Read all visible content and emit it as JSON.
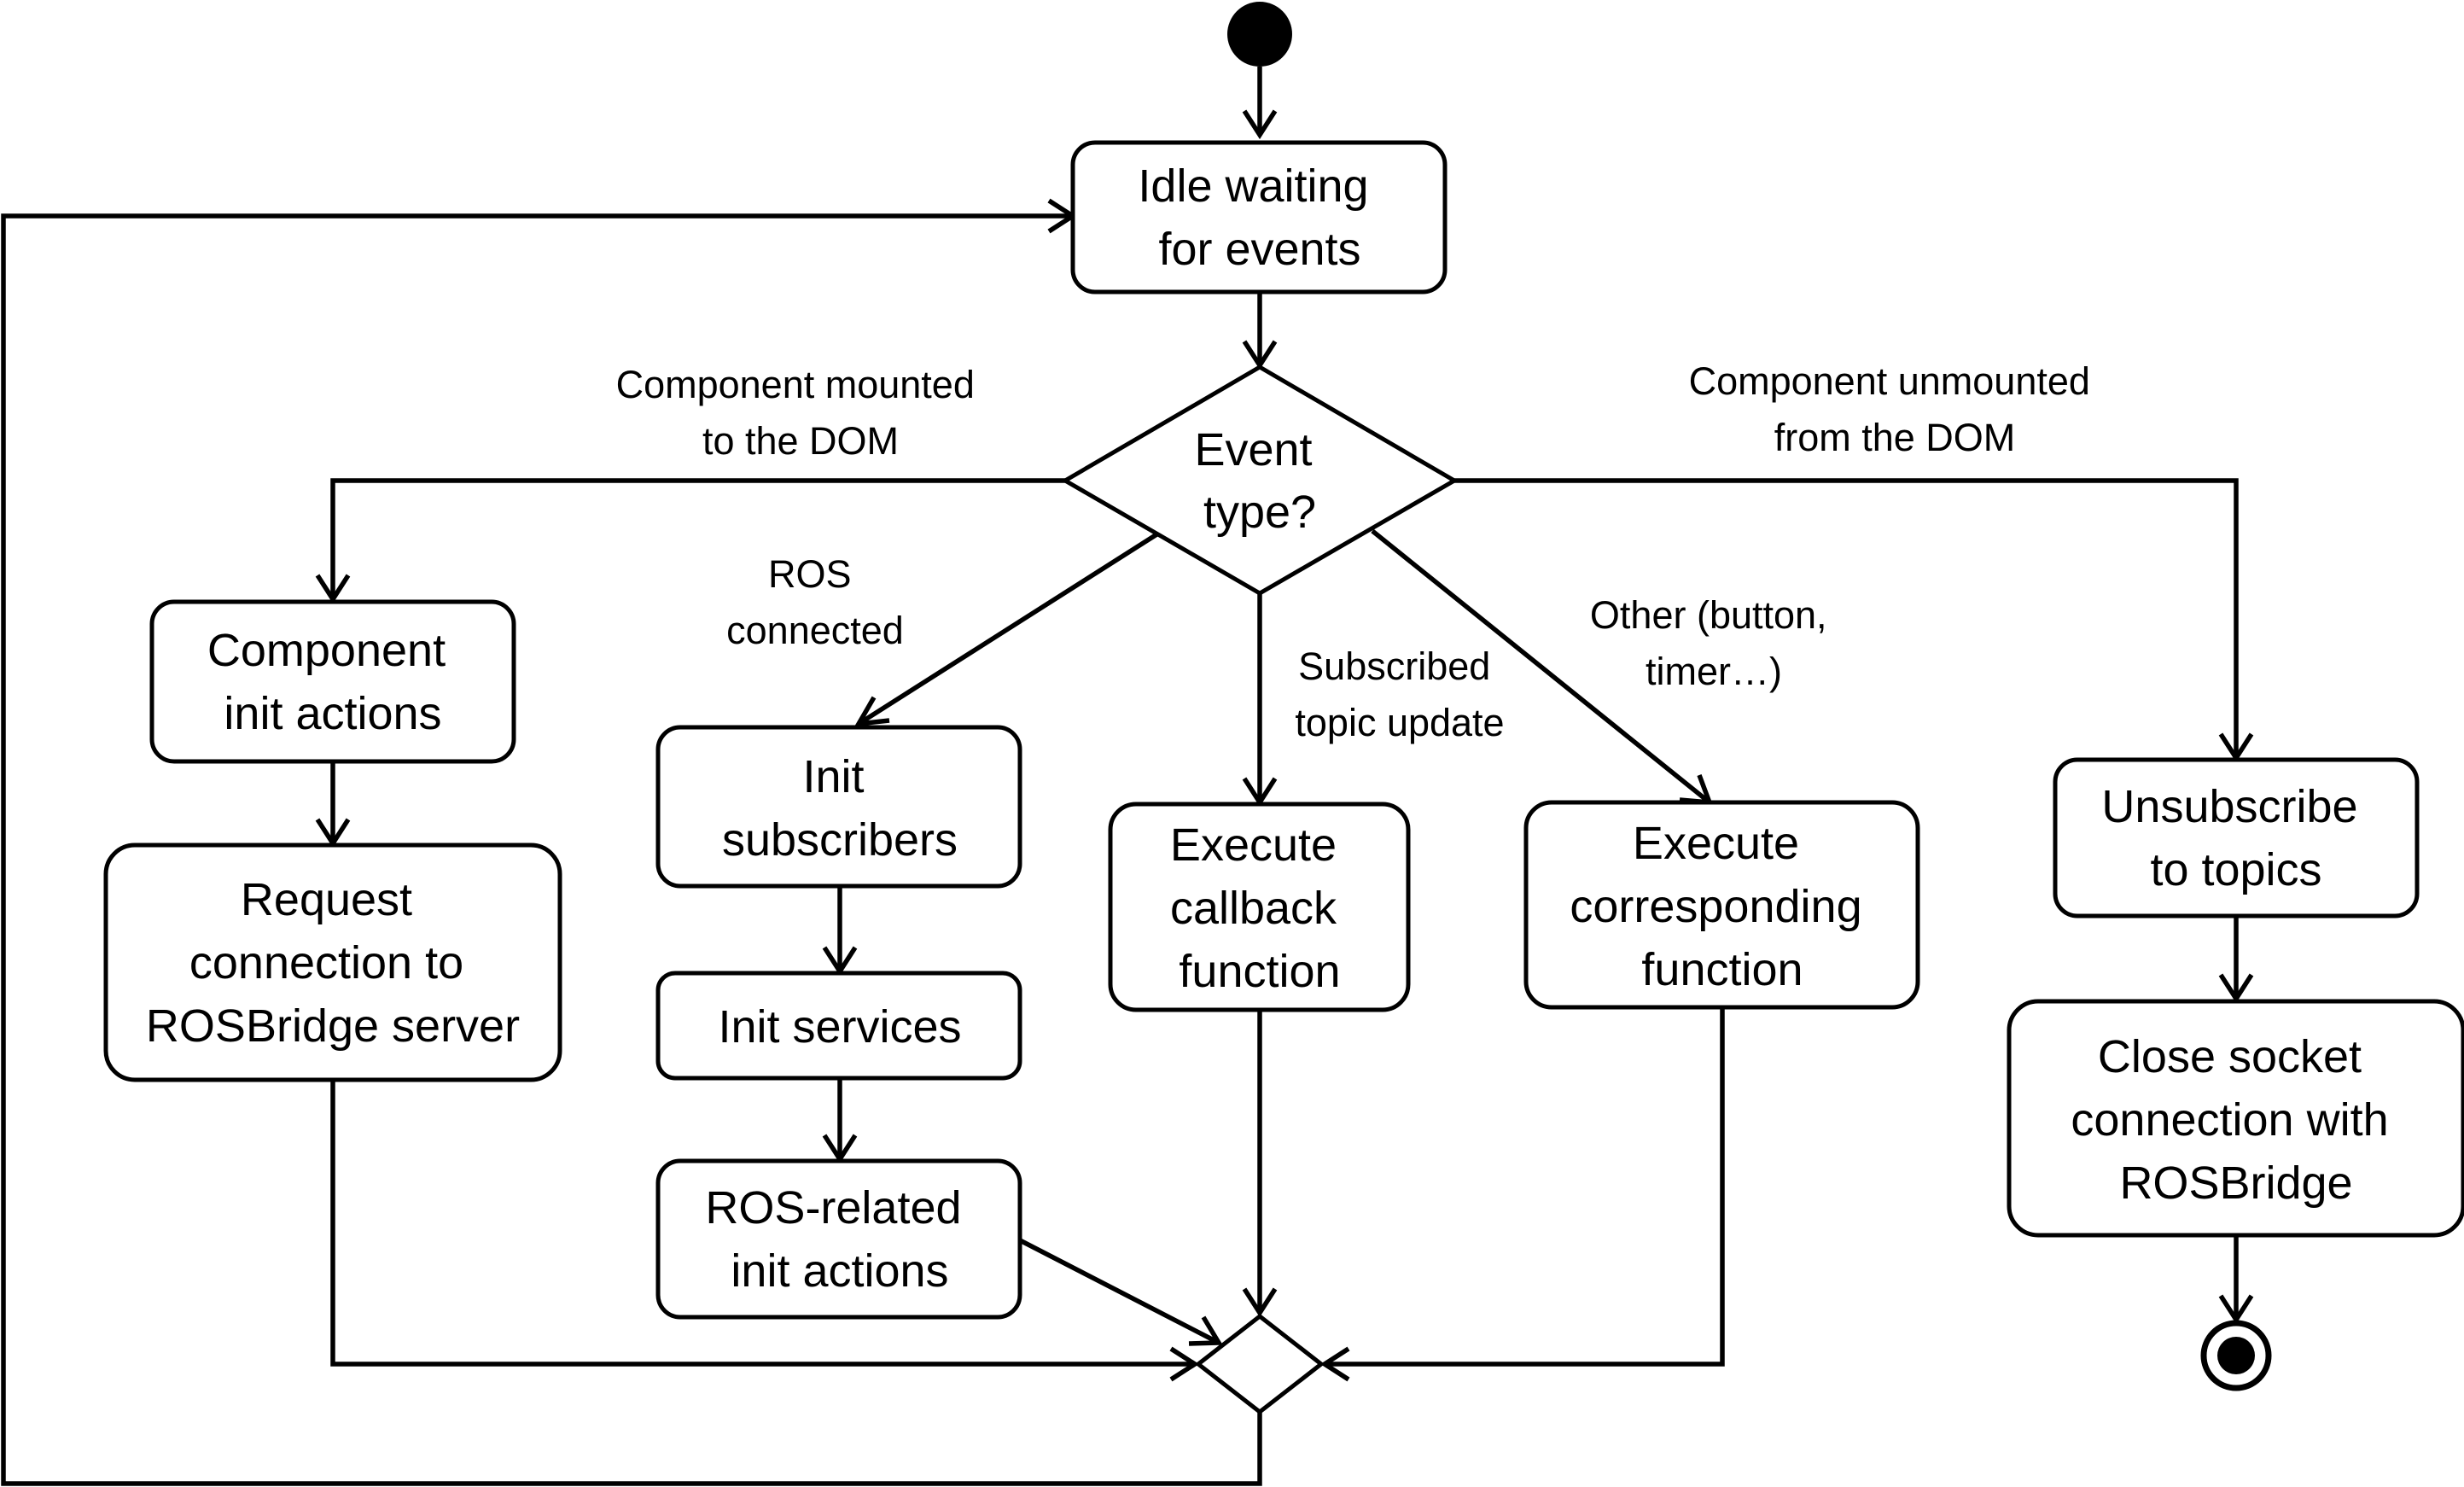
{
  "diagram": {
    "nodes": {
      "idle": [
        "Idle waiting",
        "for events"
      ],
      "decision": [
        "Event",
        "type?"
      ],
      "component_init": [
        "Component",
        "init actions"
      ],
      "request_connection": [
        "Request",
        "connection to",
        "ROSBridge server"
      ],
      "init_subscribers": [
        "Init",
        "subscribers"
      ],
      "init_services": [
        "Init services"
      ],
      "ros_init": [
        "ROS-related",
        "init actions"
      ],
      "execute_callback": [
        "Execute",
        "callback",
        "function"
      ],
      "execute_corresponding": [
        "Execute",
        "corresponding",
        "function"
      ],
      "unsubscribe": [
        "Unsubscribe",
        "to topics"
      ],
      "close_socket": [
        "Close socket",
        "connection with",
        "ROSBridge"
      ]
    },
    "guards": {
      "mounted": [
        "Component mounted",
        "to the DOM"
      ],
      "unmounted": [
        "Component unmounted",
        "from the DOM"
      ],
      "ros_connected": [
        "ROS",
        "connected"
      ],
      "subscribed_update": [
        "Subscribed",
        "topic update"
      ],
      "other": [
        "Other (button,",
        "timer…)"
      ]
    }
  }
}
